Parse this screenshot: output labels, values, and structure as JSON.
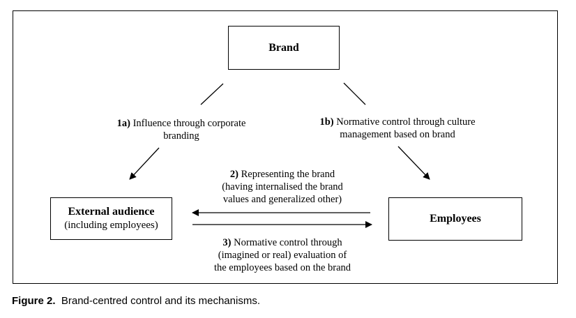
{
  "boxes": {
    "brand": {
      "title": "Brand"
    },
    "external": {
      "title": "External audience",
      "subtitle": "(including employees)"
    },
    "employees": {
      "title": "Employees"
    }
  },
  "labels": {
    "l1a": {
      "num": "1a)",
      "line1": "Influence through corporate",
      "line2": "branding"
    },
    "l1b": {
      "num": "1b)",
      "line1": "Normative control through culture",
      "line2": "management based on brand"
    },
    "l2": {
      "num": "2)",
      "line1": "Representing the brand",
      "line2": "(having internalised the brand",
      "line3": "values and generalized other)"
    },
    "l3": {
      "num": "3)",
      "line1": "Normative control through",
      "line2": "(imagined or real) evaluation of",
      "line3": "the employees based on the brand"
    }
  },
  "caption": {
    "label": "Figure 2.",
    "text": "Brand-centred control and its mechanisms."
  },
  "colors": {
    "line": "#000000",
    "background": "#ffffff"
  }
}
